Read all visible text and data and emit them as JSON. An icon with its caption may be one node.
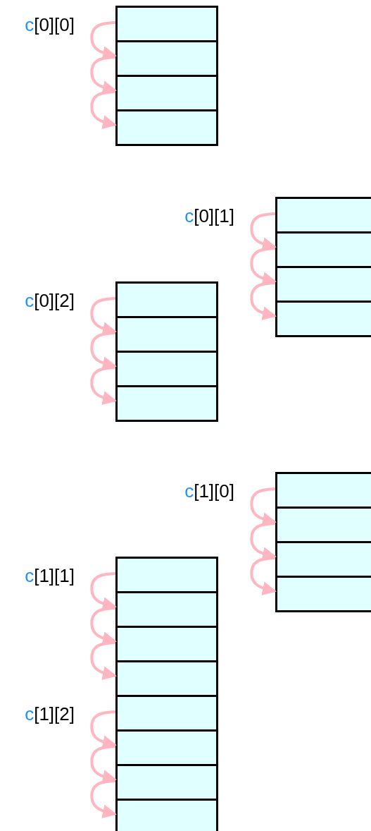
{
  "diagram": {
    "nodes": [
      {
        "text": [],
        "shape": "box",
        "beside": [
          "c[0][0]"
        ]
      },
      {
        "text": [],
        "shape": "box"
      },
      {
        "text": [],
        "shape": "box"
      },
      {
        "text": [],
        "shape": "box"
      },
      {
        "text": [],
        "shape": "box",
        "beside": [
          "c[0][1]"
        ]
      },
      {
        "text": [],
        "shape": "box"
      },
      {
        "text": [],
        "shape": "box"
      },
      {
        "text": [],
        "shape": "box"
      },
      {
        "text": [],
        "shape": "box",
        "beside": [
          "c[0][2]"
        ]
      },
      {
        "text": [],
        "shape": "box"
      },
      {
        "text": [],
        "shape": "box"
      },
      {
        "text": [],
        "shape": "box"
      },
      {
        "text": [],
        "shape": "box",
        "beside": [
          "c[1][0]"
        ]
      },
      {
        "text": [],
        "shape": "box"
      },
      {
        "text": [],
        "shape": "box"
      },
      {
        "text": [],
        "shape": "box"
      },
      {
        "text": [],
        "shape": "box",
        "beside": [
          "c[1][1]"
        ]
      },
      {
        "text": [],
        "shape": "box"
      },
      {
        "text": [],
        "shape": "box"
      },
      {
        "text": [],
        "shape": "box"
      },
      {
        "text": [],
        "shape": "box",
        "beside": [
          "c[1][2]"
        ]
      },
      {
        "text": [],
        "shape": "box"
      },
      {
        "text": [],
        "shape": "box"
      },
      {
        "text": [],
        "shape": "box"
      }
    ],
    "edges": [
      {
        "from": 0,
        "to": 1,
        "arrow": "to"
      },
      {
        "from": 1,
        "to": 2,
        "arrow": "to"
      },
      {
        "from": 2,
        "to": 3,
        "arrow": "to"
      },
      {
        "from": 4,
        "to": 5,
        "arrow": "to"
      },
      {
        "from": 5,
        "to": 6,
        "arrow": "to"
      },
      {
        "from": 6,
        "to": 7,
        "arrow": "to"
      },
      {
        "from": 8,
        "to": 9,
        "arrow": "to"
      },
      {
        "from": 9,
        "to": 10,
        "arrow": "to"
      },
      {
        "from": 10,
        "to": 11,
        "arrow": "to"
      },
      {
        "from": 12,
        "to": 13,
        "arrow": "to"
      },
      {
        "from": 13,
        "to": 14,
        "arrow": "to"
      },
      {
        "from": 14,
        "to": 15,
        "arrow": "to"
      },
      {
        "from": 16,
        "to": 17,
        "arrow": "to"
      },
      {
        "from": 17,
        "to": 18,
        "arrow": "to"
      },
      {
        "from": 18,
        "to": 19,
        "arrow": "to"
      },
      {
        "from": 20,
        "to": 21,
        "arrow": "to"
      },
      {
        "from": 21,
        "to": 22,
        "arrow": "to"
      },
      {
        "from": 22,
        "to": 23,
        "arrow": "to"
      }
    ]
  }
}
